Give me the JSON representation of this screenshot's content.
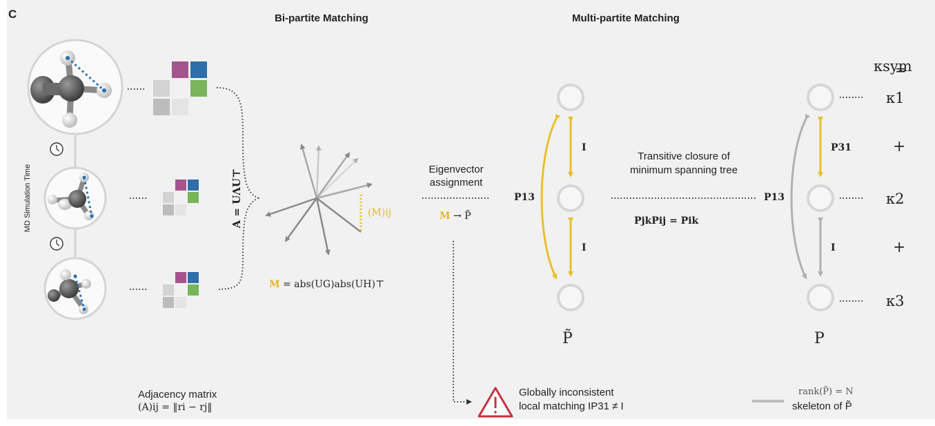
{
  "panel_letter": "C",
  "headers": {
    "bipartite": "Bi-partite Matching",
    "multipartite": "Multi-partite Matching"
  },
  "left": {
    "vertical_label": "MD Simulation Time",
    "adjacency_title": "Adjacency matrix",
    "adjacency_formula": "(A)ij = ‖ri − rj‖",
    "decomposition": "A = UΛU⊤"
  },
  "middle": {
    "m_entry": "(M)ij",
    "m_formula_m": "M",
    "m_formula_rest": " = abs(UG)abs(UH)⊤",
    "eigen_line1": "Eigenvector",
    "eigen_line2": "assignment",
    "mapping_m": "M",
    "mapping_rest": " → P̃"
  },
  "graph1": {
    "edge_left": "P13",
    "edge_top": "I",
    "edge_bottom": "I",
    "caption": "P̃"
  },
  "closure": {
    "line1": "Transitive closure of",
    "line2": "minimum spanning tree",
    "formula": "PjkPij = Pik"
  },
  "graph2": {
    "edge_left": "P13",
    "edge_top": "P31",
    "edge_bottom": "I",
    "caption": "P"
  },
  "kappa": {
    "sym": "κsym",
    "eq": "=",
    "k1": "κ1",
    "plus1": "+",
    "k2": "κ2",
    "plus2": "+",
    "k3": "κ3"
  },
  "warning": {
    "line1": "Globally inconsistent",
    "line2": "local matching IP31 ≠ I"
  },
  "legend": {
    "line1": "rank(P̃) = N",
    "line2": "skeleton of P̃"
  },
  "colors": {
    "yellow": "#e8c02a",
    "gray_arrow": "#b5b5b5",
    "purple": "#a5548d",
    "blue": "#2e6eab",
    "green": "#78b45a",
    "warning_red": "#c8303e"
  }
}
